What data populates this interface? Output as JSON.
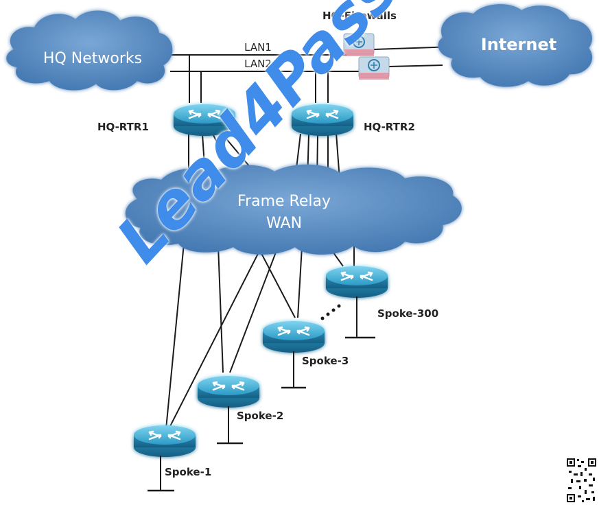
{
  "clouds": {
    "hq_networks": "HQ Networks",
    "internet": "Internet",
    "wan_line1": "Frame Relay",
    "wan_line2": "WAN"
  },
  "labels": {
    "lan1": "LAN1",
    "lan2": "LAN2",
    "hq_firewalls": "HQ-Firewalls",
    "hq_rtr1": "HQ-RTR1",
    "hq_rtr2": "HQ-RTR2",
    "spoke1": "Spoke-1",
    "spoke2": "Spoke-2",
    "spoke3": "Spoke-3",
    "spoke300": "Spoke-300"
  },
  "watermark": "Lead4Pass.com",
  "colors": {
    "cloud_fill": "#5b8ec4",
    "router_fill": "#3aa3c8",
    "watermark": "#1e78e6"
  },
  "icons": {
    "router": "router-icon",
    "firewall": "firewall-icon",
    "cloud": "cloud-icon"
  }
}
